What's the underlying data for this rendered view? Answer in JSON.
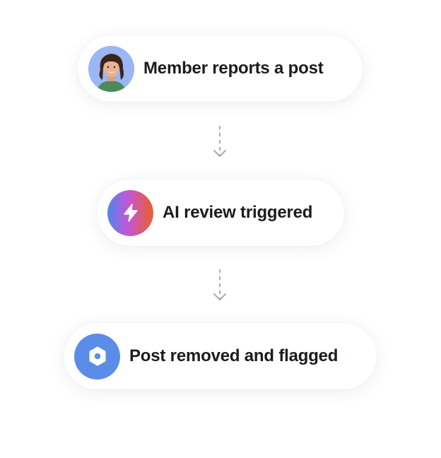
{
  "steps": [
    {
      "label": "Member reports a post",
      "icon": "avatar-member",
      "badge_color": "#9bb6f5"
    },
    {
      "label": "AI review triggered",
      "icon": "lightning-bolt-icon",
      "badge_gradient": [
        "#4f86ee",
        "#c455d6",
        "#e8602a"
      ]
    },
    {
      "label": "Post removed and flagged",
      "icon": "hexagon-nut-icon",
      "badge_color": "#5b8de8"
    }
  ],
  "connectors": [
    {
      "icon": "dashed-arrow-down-icon",
      "color": "#a9abb0"
    },
    {
      "icon": "dashed-arrow-down-icon",
      "color": "#a9abb0"
    }
  ]
}
